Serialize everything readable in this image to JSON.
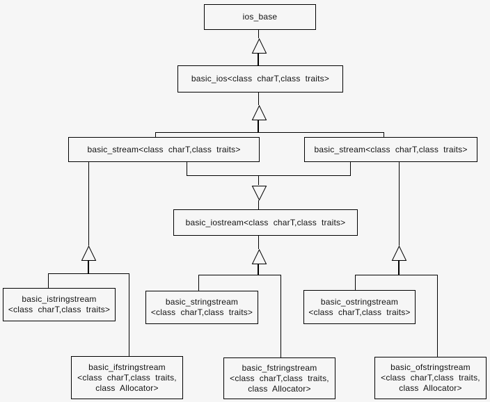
{
  "diagram": {
    "kind": "class-inheritance-diagram",
    "background_color": "#f6f6f6",
    "line_color": "#000000",
    "arrow_style": "hollow-triangle"
  },
  "nodes": {
    "ios_base": {
      "label": "ios_base"
    },
    "basic_ios": {
      "label": "basic_ios<class  charT,class  traits>"
    },
    "basic_stream_left": {
      "label": "basic_stream<class  charT,class  traits>"
    },
    "basic_stream_right": {
      "label": "basic_stream<class  charT,class  traits>"
    },
    "basic_iostream": {
      "label": "basic_iostream<class  charT,class  traits>"
    },
    "basic_istringstream": {
      "label": "basic_istringstream\n<class  charT,class  traits>"
    },
    "basic_stringstream": {
      "label": "basic_stringstream\n<class  charT,class  traits>"
    },
    "basic_ostringstream": {
      "label": "basic_ostringstream\n<class  charT,class  traits>"
    },
    "basic_ifstringstream": {
      "label": "basic_ifstringstream\n<class  charT,class  traits,\nclass  Allocator>"
    },
    "basic_fstringstream": {
      "label": "basic_fstringstream\n<class  charT,class  traits,\nclass  Allocator>"
    },
    "basic_ofstringstream": {
      "label": "basic_ofstringstream\n<class  charT,class  traits,\nclass  Allocator>"
    }
  }
}
